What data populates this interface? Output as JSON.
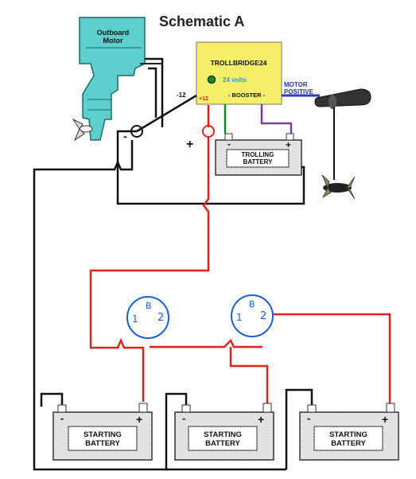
{
  "title": "Schematic A",
  "motor": {
    "label_line1": "Outboard",
    "label_line2": "Motor"
  },
  "bridge": {
    "name": "TROLLBRIDGE24",
    "voltage": "24 volts",
    "booster": "- BOOSTER -",
    "neg_terminal": "-12",
    "pos_terminal": "+12"
  },
  "motor_positive": {
    "line1": "MOTOR",
    "line2": "POSITIVE"
  },
  "trolling_battery": {
    "label_line1": "TROLLING",
    "label_line2": "BATTERY"
  },
  "outboard_minus": "-",
  "outboard_plus": "+",
  "switches": [
    {
      "b": "B",
      "one": "1",
      "two": "2"
    },
    {
      "b": "B",
      "one": "1",
      "two": "2"
    }
  ],
  "starting_batteries": [
    {
      "label_line1": "STARTING",
      "label_line2": "BATTERY"
    },
    {
      "label_line1": "STARTING",
      "label_line2": "BATTERY"
    },
    {
      "label_line1": "STARTING",
      "label_line2": "BATTERY"
    }
  ],
  "terminal_minus": "-",
  "terminal_plus": "+",
  "colors": {
    "motor": "#5ecfcf",
    "bridge": "#f4f06a",
    "battery_fill": "#e6e6e6",
    "wire_red": "#e0221f",
    "wire_black": "#111111",
    "wire_green": "#138a2a",
    "wire_purple": "#7b3f98",
    "wire_blue": "#2a3fb0",
    "switch_ring": "#1a5fd0"
  }
}
